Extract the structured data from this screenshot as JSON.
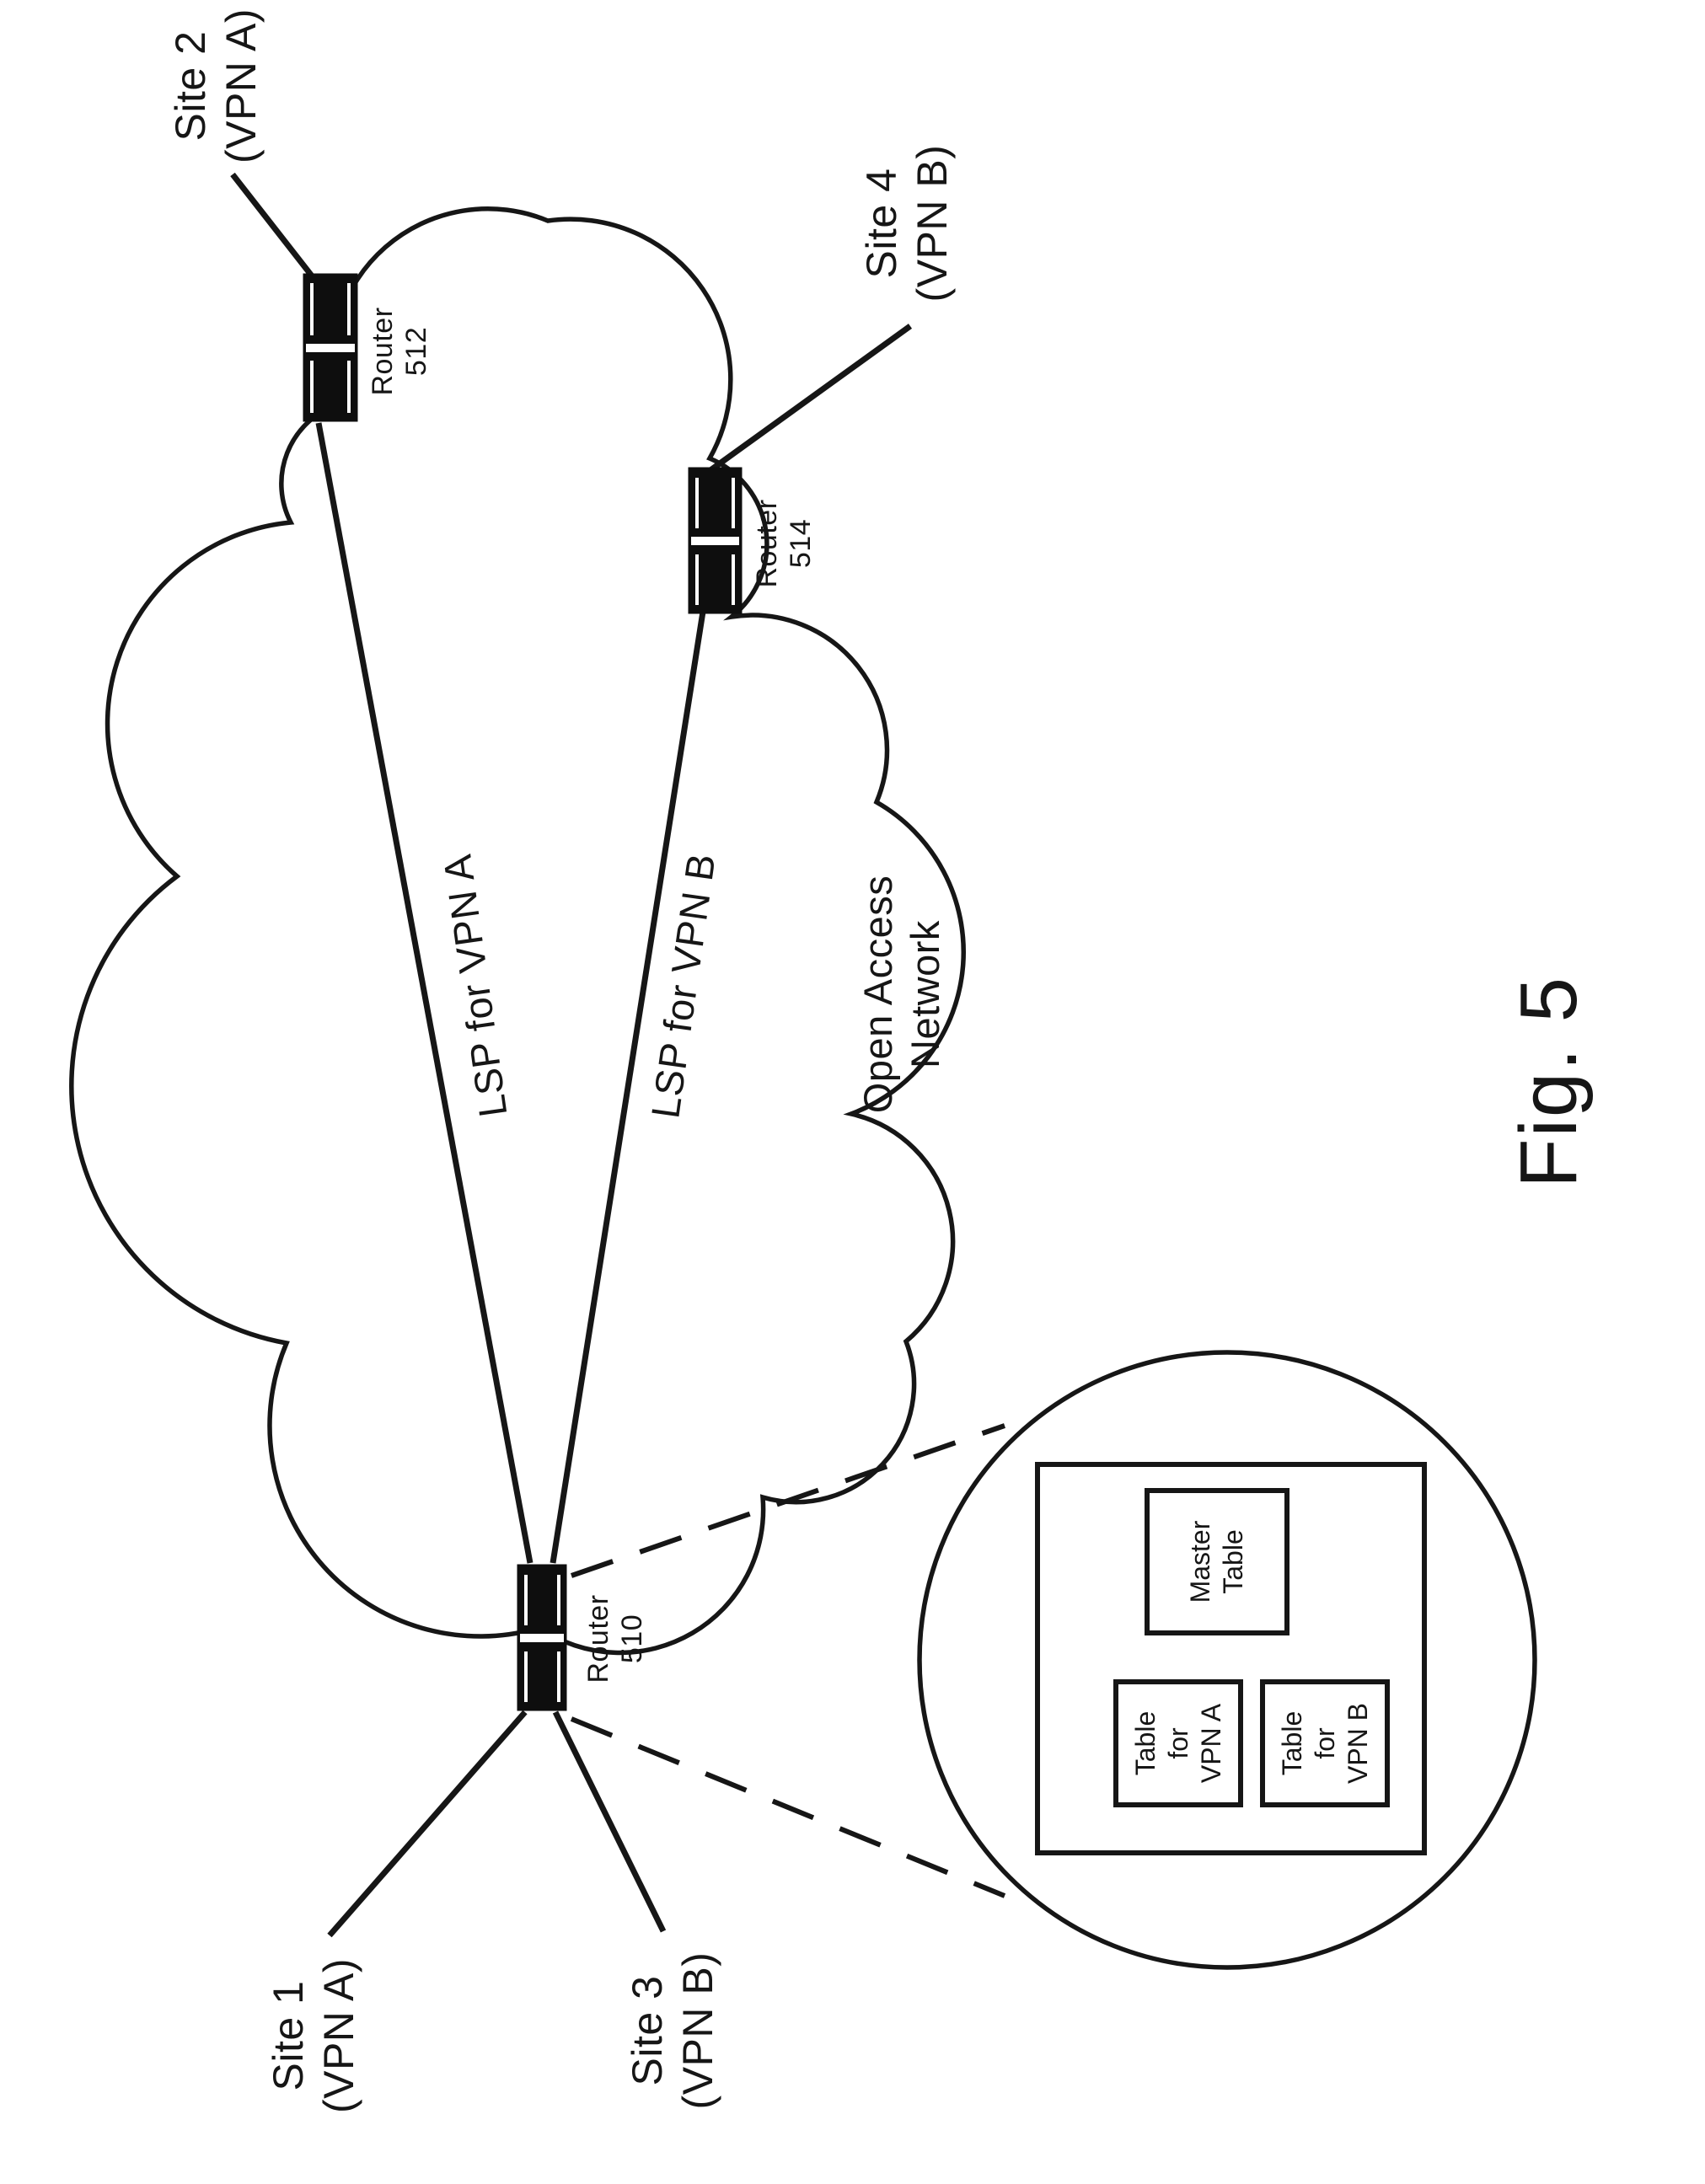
{
  "page": {
    "paper_color": "#ffffff",
    "ink_color": "#161616"
  },
  "figure_caption": "Fig. 5",
  "network_cloud": {
    "label_line1": "Open Access",
    "label_line2": "Network"
  },
  "sites": {
    "site1": {
      "name": "Site 1",
      "vpn": "(VPN A)"
    },
    "site2": {
      "name": "Site 2",
      "vpn": "(VPN A)"
    },
    "site3": {
      "name": "Site 3",
      "vpn": "(VPN B)"
    },
    "site4": {
      "name": "Site 4",
      "vpn": "(VPN B)"
    }
  },
  "routers": {
    "r510": {
      "name": "Router",
      "number": "510"
    },
    "r512": {
      "name": "Router",
      "number": "512"
    },
    "r514": {
      "name": "Router",
      "number": "514"
    }
  },
  "lsp": {
    "vpn_a": "LSP for VPN A",
    "vpn_b": "LSP for VPN B"
  },
  "router_detail": {
    "master_line1": "Master",
    "master_line2": "Table",
    "vpn_a_line1": "Table",
    "vpn_a_line2": "for",
    "vpn_a_line3": "VPN A",
    "vpn_b_line1": "Table",
    "vpn_b_line2": "for",
    "vpn_b_line3": "VPN B"
  }
}
